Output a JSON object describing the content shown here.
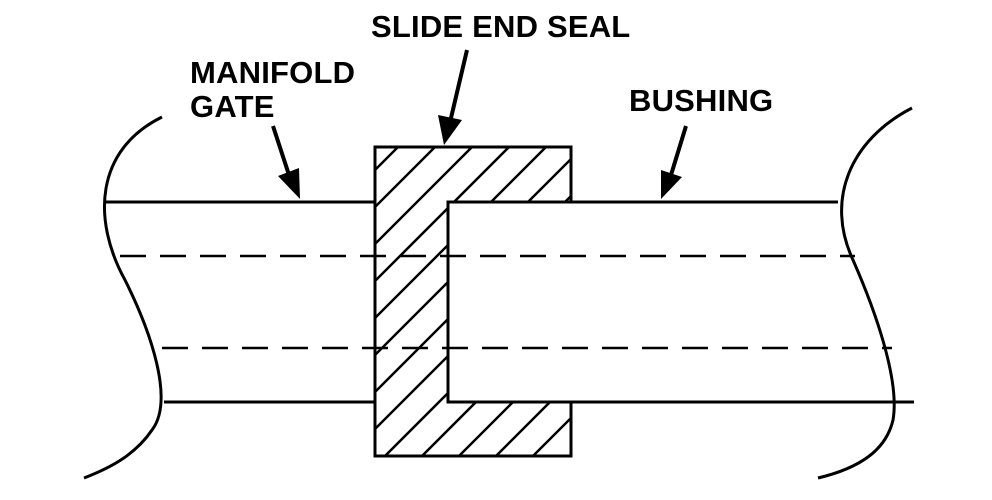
{
  "labels": {
    "slide_end_seal": "SLIDE END SEAL",
    "manifold_gate_line1": "MANIFOLD",
    "manifold_gate_line2": "GATE",
    "bushing": "BUSHING"
  },
  "colors": {
    "ink": "#000000",
    "background": "#ffffff"
  }
}
